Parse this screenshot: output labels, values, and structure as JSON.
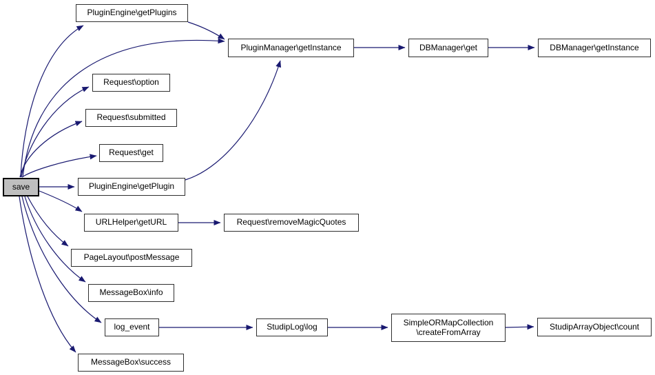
{
  "diagram": {
    "type": "call-graph",
    "edge_color": "#191970",
    "node_border_color": "#2e2e2e",
    "focus_node_fill": "#bfbfbf",
    "nodes": [
      {
        "id": "save",
        "label": "save"
      },
      {
        "id": "pluginengine-getplugins",
        "label": "PluginEngine\\getPlugins"
      },
      {
        "id": "pluginmanager-getinstance",
        "label": "PluginManager\\getInstance"
      },
      {
        "id": "dbmanager-get",
        "label": "DBManager\\get"
      },
      {
        "id": "dbmanager-getinstance",
        "label": "DBManager\\getInstance"
      },
      {
        "id": "request-option",
        "label": "Request\\option"
      },
      {
        "id": "request-submitted",
        "label": "Request\\submitted"
      },
      {
        "id": "request-get",
        "label": "Request\\get"
      },
      {
        "id": "pluginengine-getplugin",
        "label": "PluginEngine\\getPlugin"
      },
      {
        "id": "urlhelper-geturl",
        "label": "URLHelper\\getURL"
      },
      {
        "id": "request-removemagicquotes",
        "label": "Request\\removeMagicQuotes"
      },
      {
        "id": "pagelayout-postmessage",
        "label": "PageLayout\\postMessage"
      },
      {
        "id": "messagebox-info",
        "label": "MessageBox\\info"
      },
      {
        "id": "log-event",
        "label": "log_event"
      },
      {
        "id": "studiplog-log",
        "label": "StudipLog\\log"
      },
      {
        "id": "simpleormapcollection-createfromarray",
        "label": "SimpleORMapCollection\n\\createFromArray"
      },
      {
        "id": "studiparrayobject-count",
        "label": "StudipArrayObject\\count"
      },
      {
        "id": "messagebox-success",
        "label": "MessageBox\\success"
      }
    ],
    "edges": [
      {
        "from": "save",
        "to": "pluginengine-getplugins"
      },
      {
        "from": "save",
        "to": "pluginmanager-getinstance"
      },
      {
        "from": "save",
        "to": "request-option"
      },
      {
        "from": "save",
        "to": "request-submitted"
      },
      {
        "from": "save",
        "to": "request-get"
      },
      {
        "from": "save",
        "to": "pluginengine-getplugin"
      },
      {
        "from": "save",
        "to": "urlhelper-geturl"
      },
      {
        "from": "save",
        "to": "pagelayout-postmessage"
      },
      {
        "from": "save",
        "to": "messagebox-info"
      },
      {
        "from": "save",
        "to": "log-event"
      },
      {
        "from": "save",
        "to": "messagebox-success"
      },
      {
        "from": "pluginengine-getplugins",
        "to": "pluginmanager-getinstance"
      },
      {
        "from": "pluginengine-getplugin",
        "to": "pluginmanager-getinstance"
      },
      {
        "from": "pluginmanager-getinstance",
        "to": "dbmanager-get"
      },
      {
        "from": "dbmanager-get",
        "to": "dbmanager-getinstance"
      },
      {
        "from": "urlhelper-geturl",
        "to": "request-removemagicquotes"
      },
      {
        "from": "log-event",
        "to": "studiplog-log"
      },
      {
        "from": "studiplog-log",
        "to": "simpleormapcollection-createfromarray"
      },
      {
        "from": "simpleormapcollection-createfromarray",
        "to": "studiparrayobject-count"
      }
    ]
  }
}
